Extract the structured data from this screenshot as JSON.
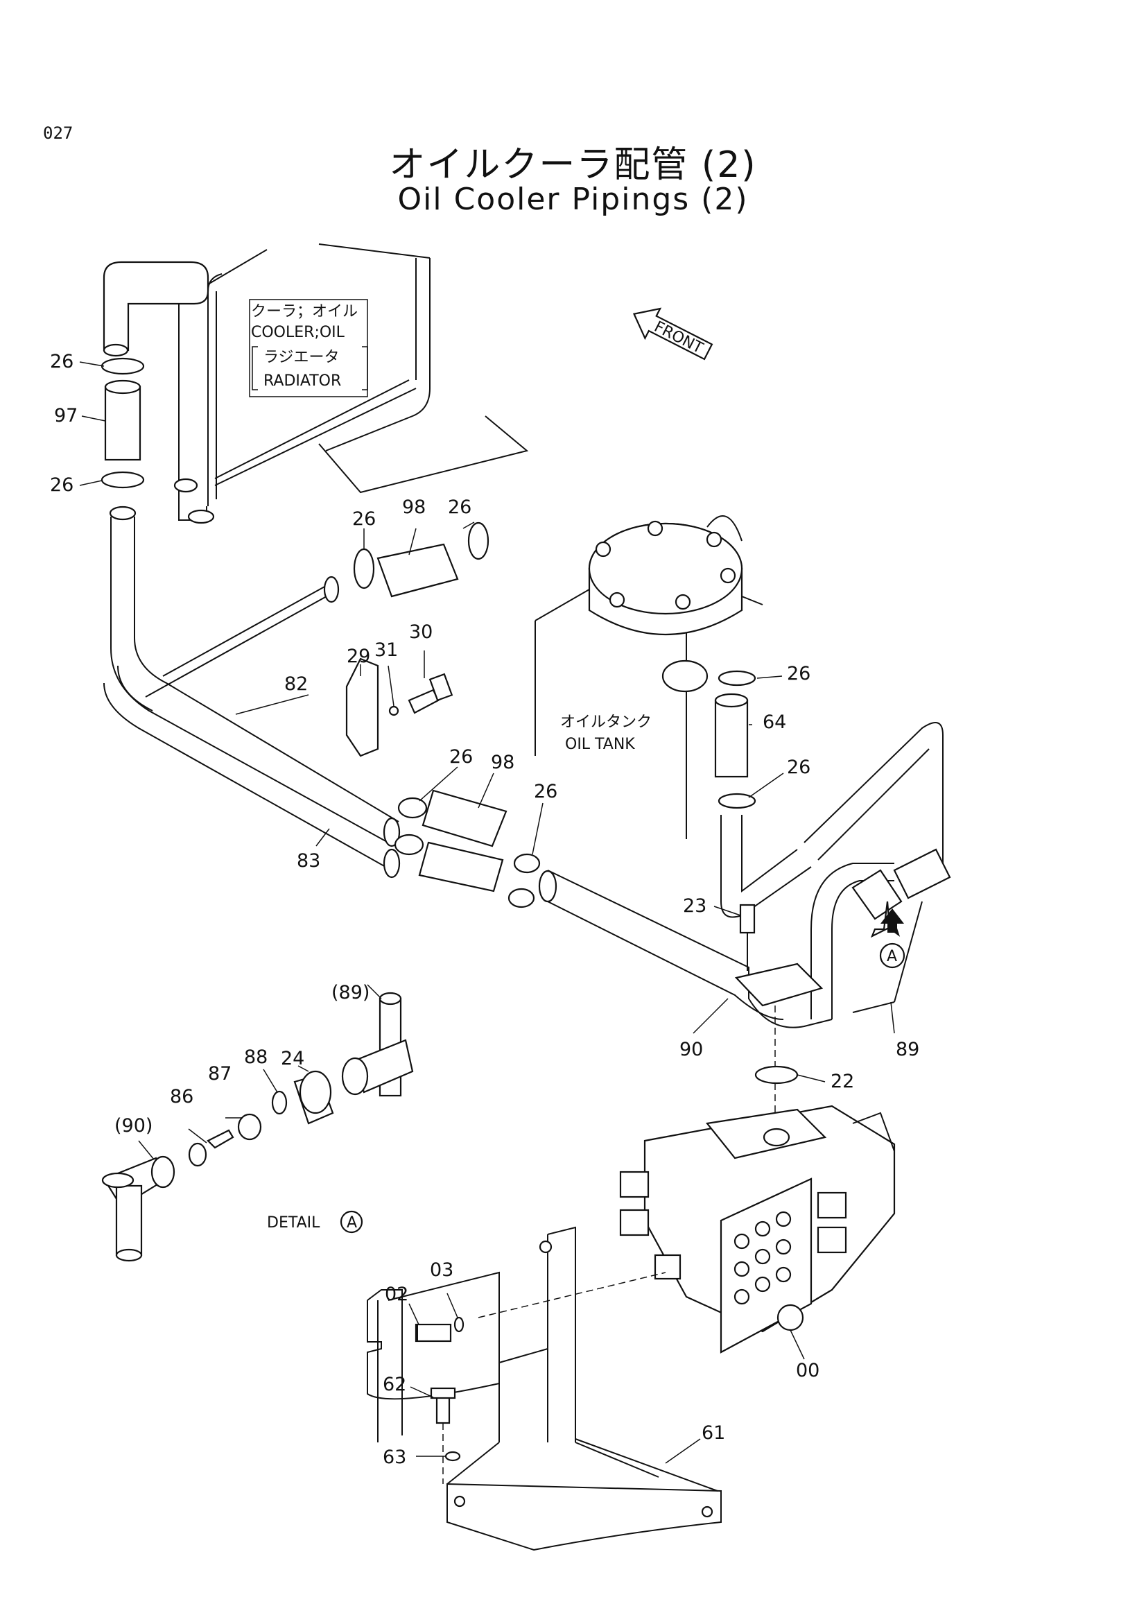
{
  "page": {
    "number": "027"
  },
  "title": {
    "ja": "オイルクーラ配管 (2)",
    "en": "Oil Cooler Pipings (2)"
  },
  "callouts": {
    "cooler": {
      "ja": "クーラ；オイル",
      "en": "COOLER;OIL",
      "ja2": "ラジエータ",
      "en2": "RADIATOR"
    },
    "tank": {
      "ja": "オイルタンク",
      "en": "OIL TANK"
    },
    "front": "FRONT",
    "detail": "DETAIL",
    "marker": "A"
  },
  "parts": {
    "p26a": "26",
    "p97": "97",
    "p26b": "26",
    "p26c": "26",
    "p98a": "98",
    "p26d": "26",
    "p30": "30",
    "p31": "31",
    "p29": "29",
    "p82": "82",
    "p26e": "26",
    "p98b": "98",
    "p26f": "26",
    "p83": "83",
    "p26g": "26",
    "p64": "64",
    "p26h": "26",
    "p23": "23",
    "p90": "90",
    "p89": "89",
    "p22": "22",
    "p89r": "(89)",
    "p24": "24",
    "p88": "88",
    "p87": "87",
    "p86": "86",
    "p90r": "(90)",
    "p02": "02",
    "p03": "03",
    "p00": "00",
    "p62": "62",
    "p63": "63",
    "p61": "61"
  }
}
